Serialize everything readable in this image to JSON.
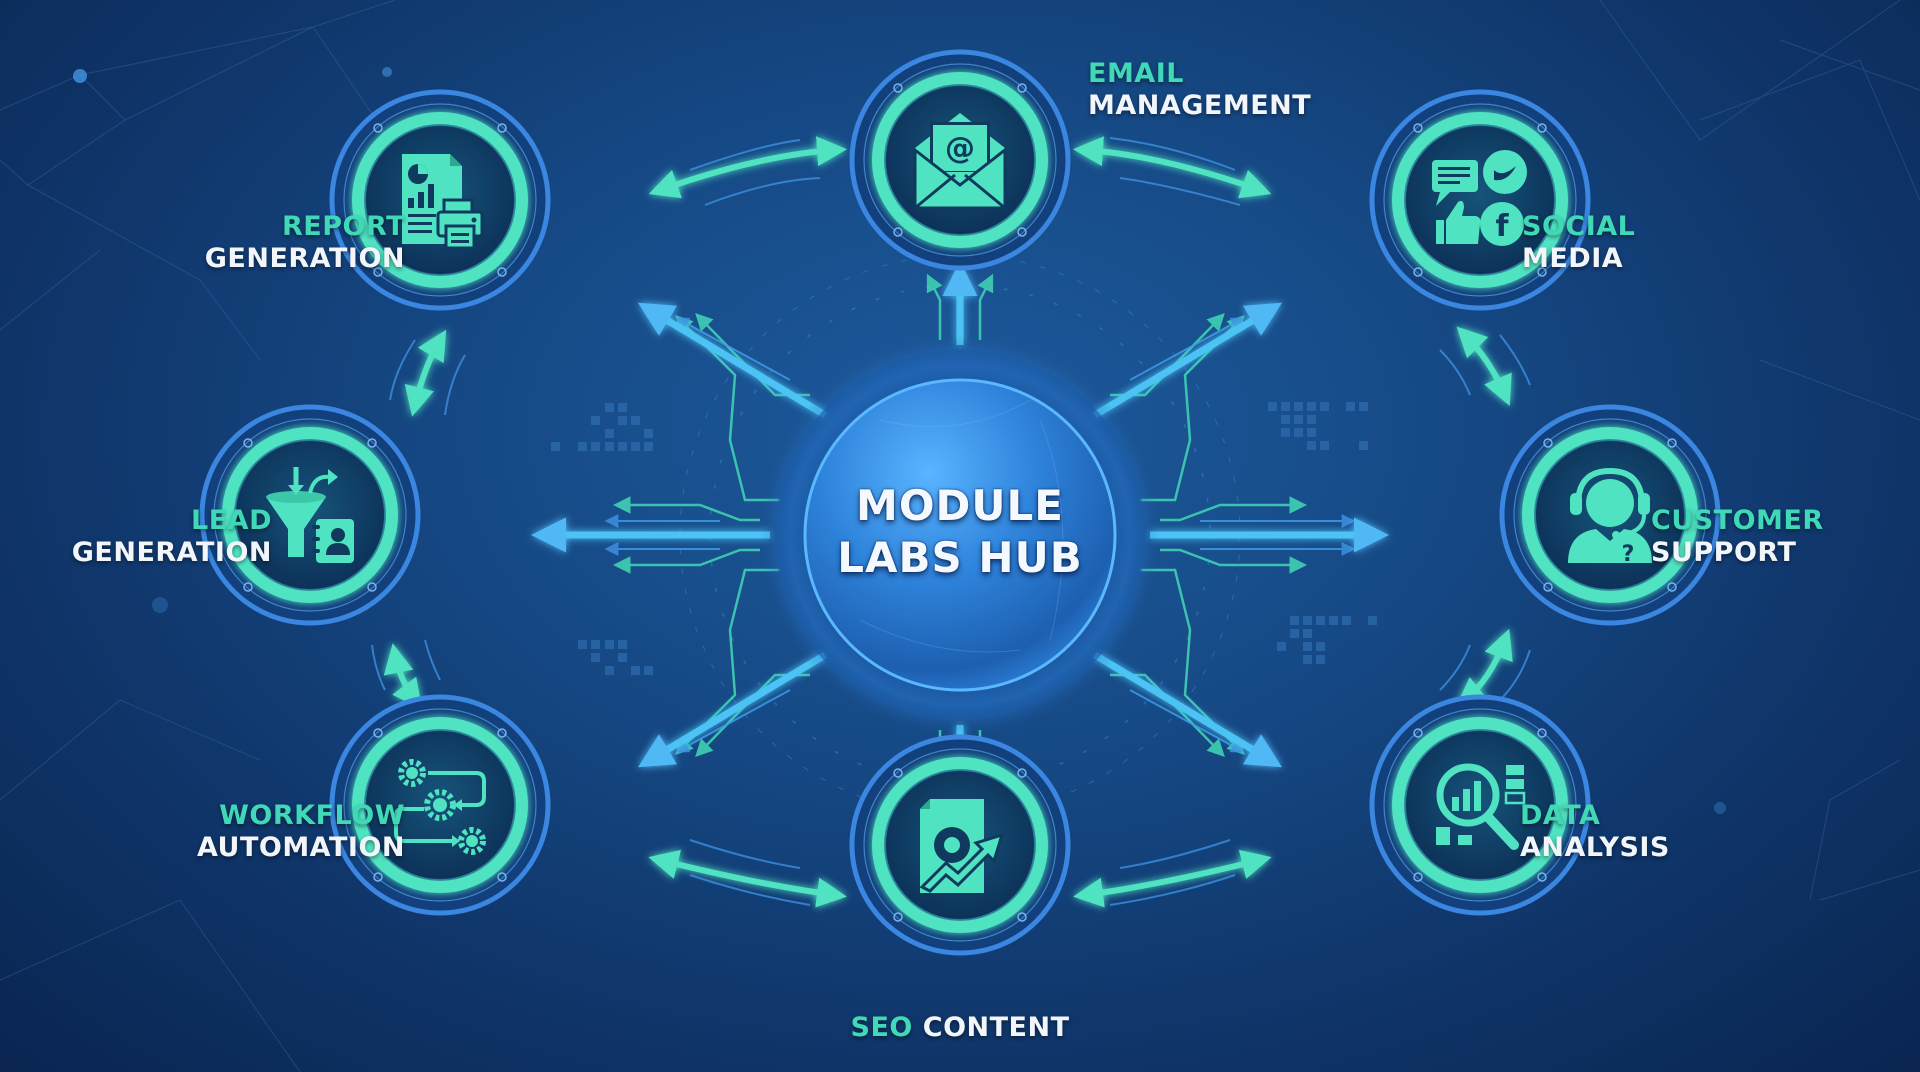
{
  "hub": {
    "line1": "MODULE",
    "line2": "LABS HUB"
  },
  "modules": [
    {
      "id": "email",
      "accent": "EMAIL",
      "title": "MANAGEMENT",
      "icon": "envelope-at-icon"
    },
    {
      "id": "social",
      "accent": "SOCIAL",
      "title": "MEDIA",
      "icon": "social-media-icon"
    },
    {
      "id": "support",
      "accent": "CUSTOMER",
      "title": "SUPPORT",
      "icon": "headset-agent-icon"
    },
    {
      "id": "data",
      "accent": "DATA",
      "title": "ANALYSIS",
      "icon": "magnifier-chart-icon"
    },
    {
      "id": "seo",
      "accent": "SEO",
      "title": "CONTENT",
      "icon": "document-gear-growth-icon"
    },
    {
      "id": "workflow",
      "accent": "WORKFLOW",
      "title": "AUTOMATION",
      "icon": "gears-flow-icon"
    },
    {
      "id": "lead",
      "accent": "LEAD",
      "title": "GENERATION",
      "icon": "funnel-contact-icon"
    },
    {
      "id": "report",
      "accent": "REPORT",
      "title": "GENERATION",
      "icon": "report-printer-icon"
    }
  ],
  "colors": {
    "accent_teal": "#3fd9b8",
    "icon_fill": "#4fe3c1",
    "ring_blue": "#3a86e0",
    "background_dark": "#0a2550",
    "background_mid": "#164a86",
    "label_white": "#f2f6fb"
  }
}
